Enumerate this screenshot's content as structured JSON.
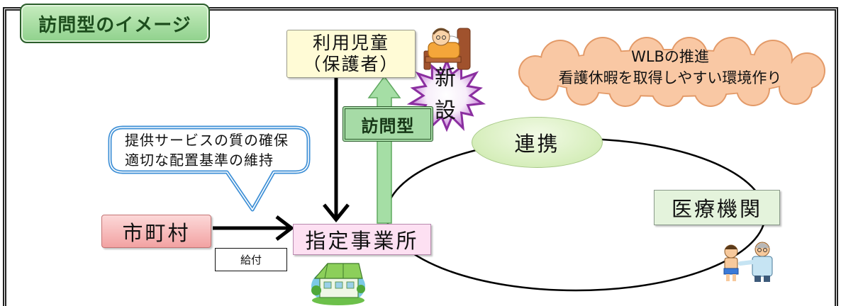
{
  "title": "訪問型のイメージ",
  "user_box": {
    "line1": "利用児童",
    "line2": "（保護者）"
  },
  "new_badge": {
    "line1": "新",
    "line2": "設"
  },
  "cloud": {
    "line1": "WLBの推進",
    "line2": "看護休暇を取得しやすい環境作り"
  },
  "speech_bubble": {
    "line1": "提供サービスの質の確保",
    "line2": "適切な配置基準の維持"
  },
  "visit_label": "訪問型",
  "cooperation_label": "連携",
  "medical_box": "医療機関",
  "municipality_box": "市町村",
  "provider_box": "指定事業所",
  "payment_label": "給付",
  "icons": {
    "bed": "sleeping-child-icon",
    "office": "house-icon",
    "clinic": "doctor-patient-icon"
  },
  "colors": {
    "title_fill": "#8fd18c",
    "visit_arrow": "#a5dea5",
    "cloud_fill": "#f9c8a4",
    "bubble_border": "#3d8fd6",
    "star_stroke": "#8b2fa0",
    "municipality_fill": "#f2a2a2",
    "provider_fill": "#fde0f2",
    "medical_fill": "#e4f3dc"
  }
}
